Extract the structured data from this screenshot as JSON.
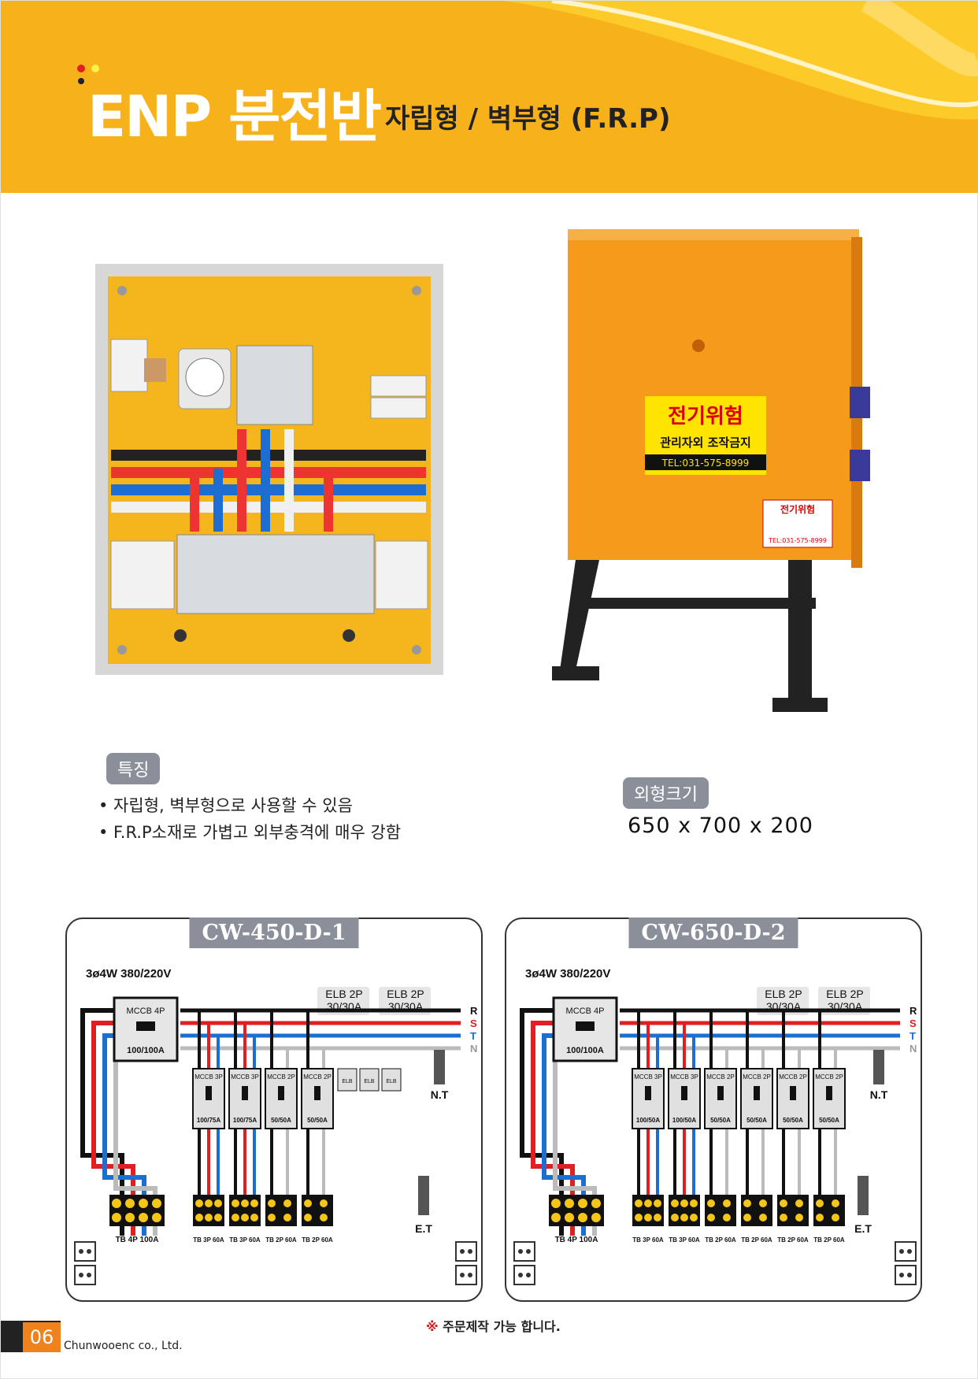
{
  "header": {
    "title": "ENP 분전반",
    "subtitle": "자립형 / 벽부형 (F.R.P)"
  },
  "features": {
    "badge": "특징",
    "items": [
      "• 자립형, 벽부형으로 사용할 수 있음",
      "• F.R.P소재로 가볍고 외부충격에 매우 강함"
    ]
  },
  "size": {
    "badge": "외형크기",
    "value": "650 x 700 x 200"
  },
  "photo2": {
    "warning_title": "전기위험",
    "warning_sub": "관리자외 조작금지",
    "warning_tel": "TEL:031-575-8999",
    "plate_title": "전기위험",
    "plate_tel": "TEL:031-575-8999"
  },
  "diagram_labels": {
    "voltage": "3ø4W   380/220V",
    "elb_group": "ELB 2P\n30/30A",
    "mccb_main": "MCCB 4P",
    "mccb_main_rating": "100/100A",
    "bus": [
      "R",
      "S",
      "T",
      "N"
    ],
    "nt": "N.T",
    "et": "E.T",
    "tb_main": "TB 4P 100A",
    "elb": "ELB"
  },
  "diagrams": [
    {
      "title": "CW-450-D-1",
      "breakers": [
        {
          "type": "MCCB 3P",
          "rating": "100/75A",
          "tb": "TB 3P 60A"
        },
        {
          "type": "MCCB 3P",
          "rating": "100/75A",
          "tb": "TB 3P 60A"
        },
        {
          "type": "MCCB 2P",
          "rating": "50/50A",
          "tb": "TB 2P 60A"
        },
        {
          "type": "MCCB 2P",
          "rating": "50/50A",
          "tb": "TB 2P 60A"
        }
      ]
    },
    {
      "title": "CW-650-D-2",
      "breakers": [
        {
          "type": "MCCB 3P",
          "rating": "100/50A",
          "tb": "TB 3P 60A"
        },
        {
          "type": "MCCB 3P",
          "rating": "100/50A",
          "tb": "TB 3P 60A"
        },
        {
          "type": "MCCB 2P",
          "rating": "50/50A",
          "tb": "TB 2P 60A"
        },
        {
          "type": "MCCB 2P",
          "rating": "50/50A",
          "tb": "TB 2P 60A"
        },
        {
          "type": "MCCB 2P",
          "rating": "50/50A",
          "tb": "TB 2P 60A"
        },
        {
          "type": "MCCB 2P",
          "rating": "50/50A",
          "tb": "TB 2P 60A"
        }
      ]
    }
  ],
  "footer": {
    "note_mark": "※",
    "note": "주문제작 가능 합니다.",
    "page": "06",
    "company": "Chunwooenc co., Ltd."
  },
  "colors": {
    "header": "#f7b21b",
    "badge": "#8a8f99",
    "R": "#111111",
    "S": "#e02020",
    "T": "#1a6fd0",
    "N": "#bbbbbb"
  }
}
